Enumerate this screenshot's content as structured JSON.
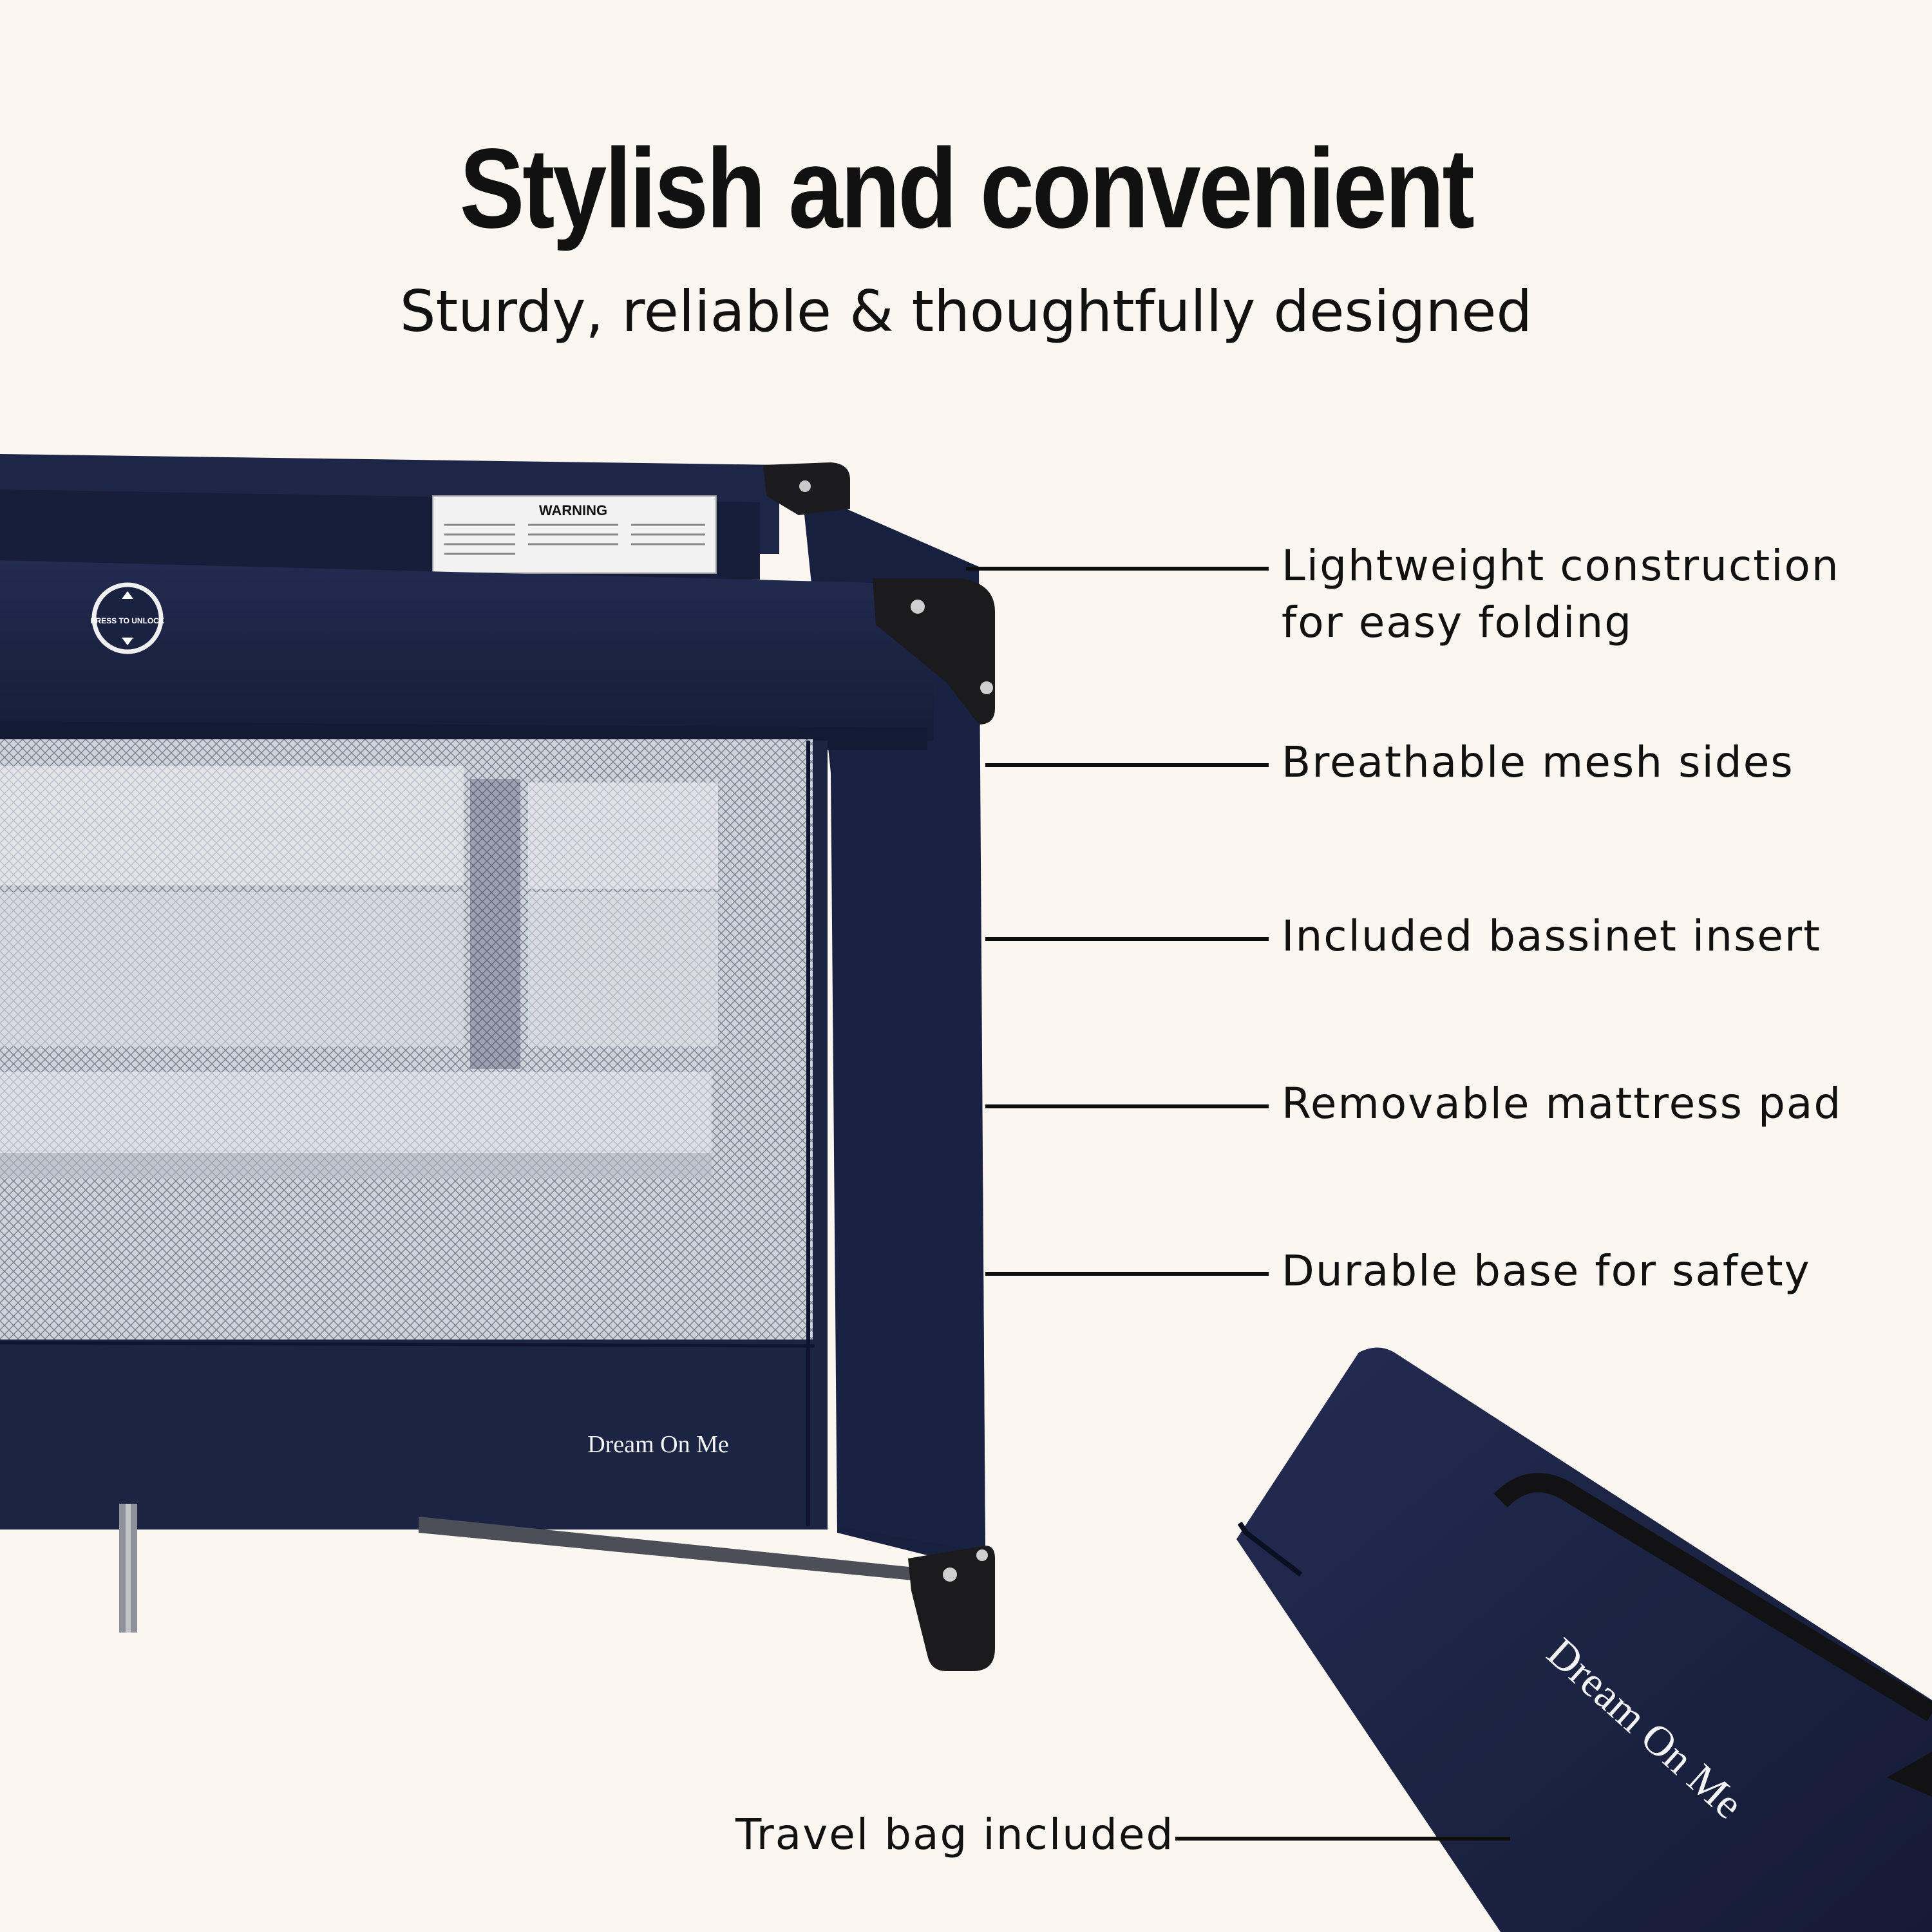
{
  "header": {
    "title": "Stylish and convenient",
    "subtitle": "Sturdy, reliable & thoughtfully designed"
  },
  "features": [
    {
      "line1": "Lightweight construction",
      "line2": "for easy folding"
    },
    {
      "line1": "Breathable mesh sides",
      "line2": ""
    },
    {
      "line1": "Included bassinet insert",
      "line2": ""
    },
    {
      "line1": "Removable mattress pad",
      "line2": ""
    },
    {
      "line1": "Durable base for safety",
      "line2": ""
    }
  ],
  "bag_label": "Travel bag included",
  "product": {
    "unlock_button": "PRESS TO UNLOCK",
    "warning_title": "WARNING",
    "brand_mark": "Dream On Me",
    "bag_brand_mark": "Dream On Me"
  },
  "colors": {
    "background": "#fcf6f1",
    "fabric_navy": "#1a2242",
    "mesh_white": "#e9ebee",
    "frame_black": "#1b1b1e"
  }
}
